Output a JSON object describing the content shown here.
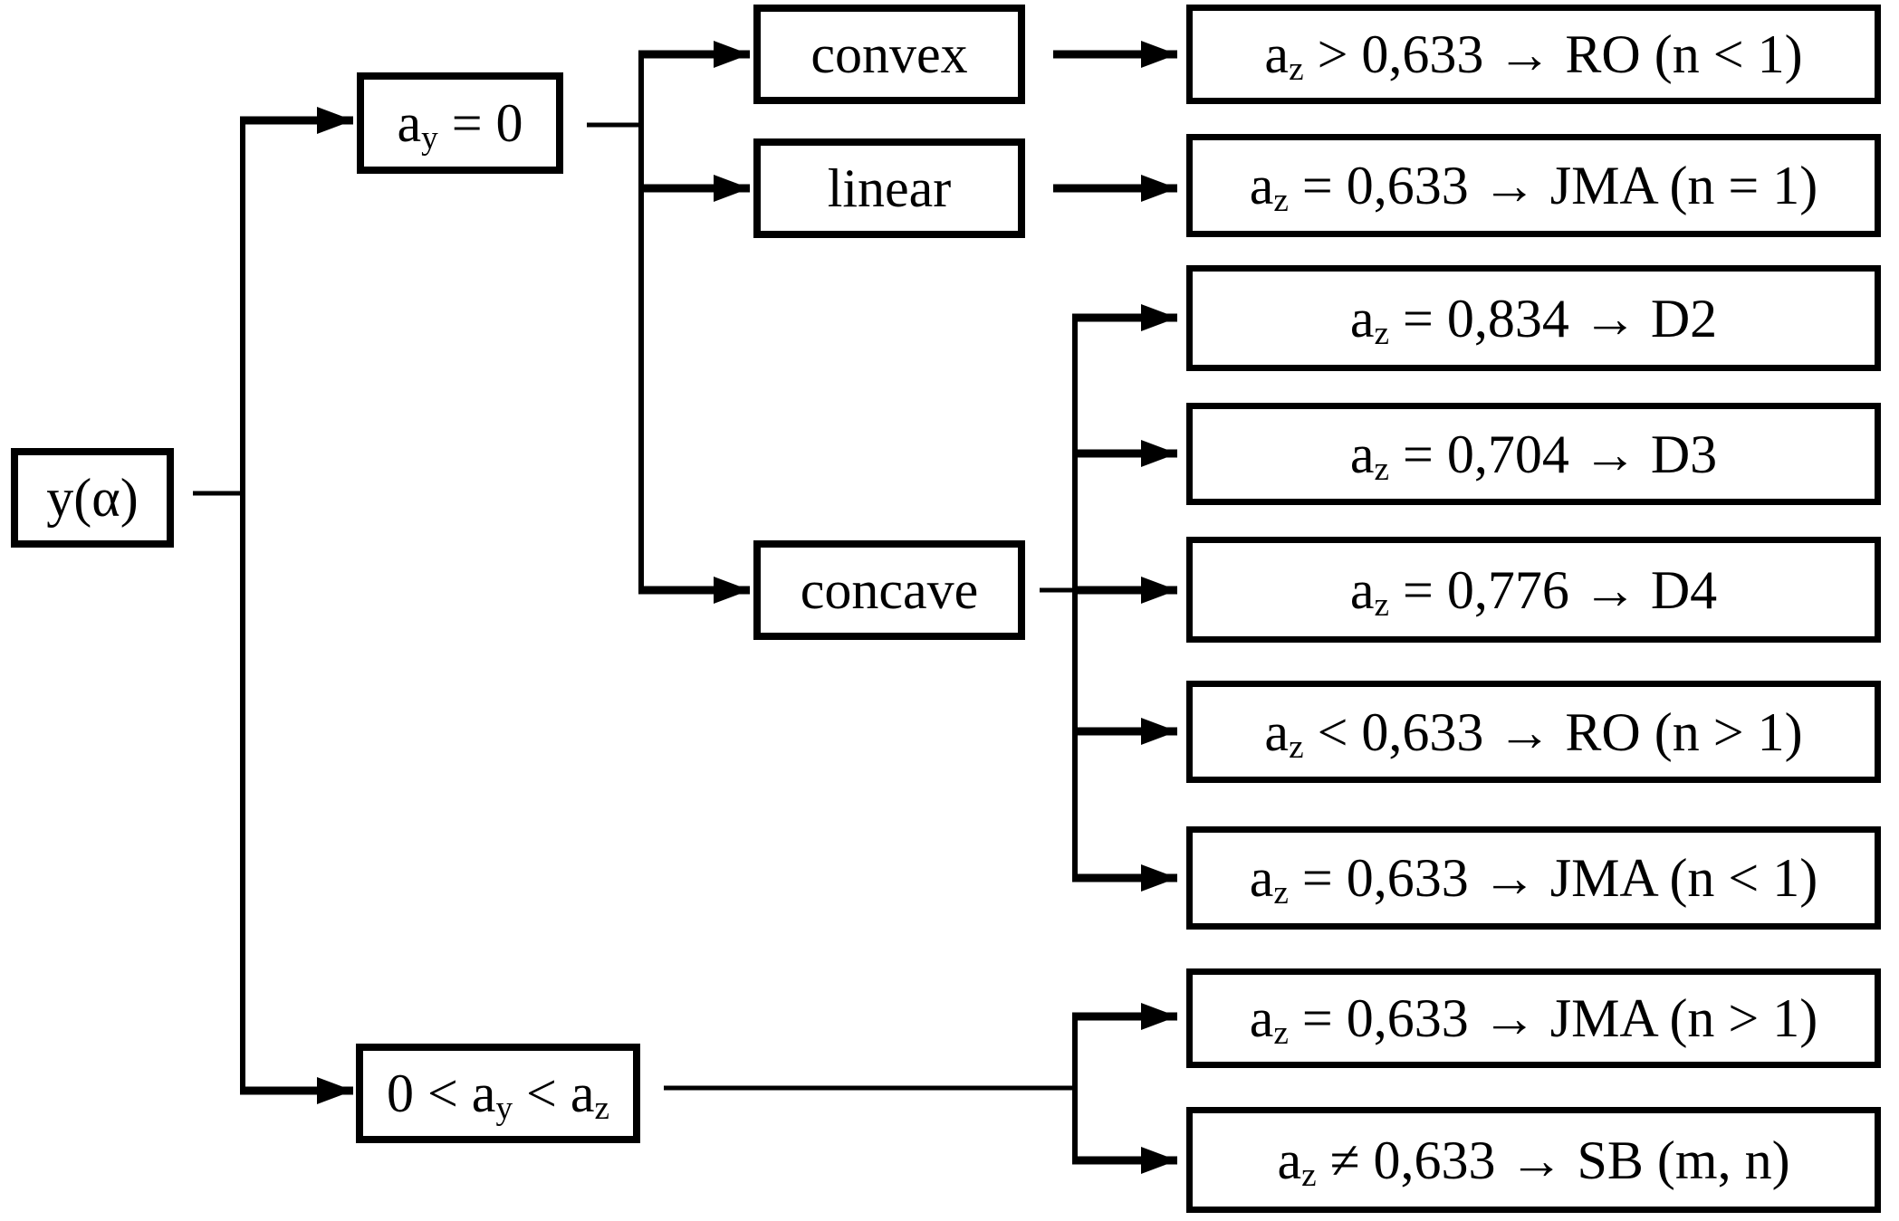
{
  "figure": {
    "type": "decision-flowchart",
    "description_visible_only": "flowchart of y(alpha) master-plot shape leading to kinetic models",
    "colors": {
      "ink": "#000000",
      "background": "#ffffff"
    }
  },
  "nodes": {
    "root": {
      "label": "y(α)"
    },
    "ay0": {
      "p1": "a",
      "s1": "y",
      "p2": " = 0"
    },
    "ayz": {
      "p1": "0 < a",
      "s1": "y",
      "p2": " < a",
      "s2": "z"
    },
    "convex": {
      "label": "convex"
    },
    "linear": {
      "label": "linear"
    },
    "concave": {
      "label": "concave"
    },
    "r1": {
      "p1": "a",
      "s1": "z",
      "p2": " > 0,633 → RO (n < 1)"
    },
    "r2": {
      "p1": "a",
      "s1": "z",
      "p2": " = 0,633 → JMA (n = 1)"
    },
    "r3": {
      "p1": "a",
      "s1": "z",
      "p2": " = 0,834 → D2"
    },
    "r4": {
      "p1": "a",
      "s1": "z",
      "p2": " = 0,704 → D3"
    },
    "r5": {
      "p1": "a",
      "s1": "z",
      "p2": " = 0,776 → D4"
    },
    "r6": {
      "p1": "a",
      "s1": "z",
      "p2": " < 0,633 → RO (n > 1)"
    },
    "r7": {
      "p1": "a",
      "s1": "z",
      "p2": " = 0,633 → JMA (n < 1)"
    },
    "r8": {
      "p1": "a",
      "s1": "z",
      "p2": " = 0,633 → JMA (n > 1)"
    },
    "r9": {
      "p1": "a",
      "s1": "z",
      "p2": " ≠ 0,633 → SB (m, n)"
    }
  }
}
